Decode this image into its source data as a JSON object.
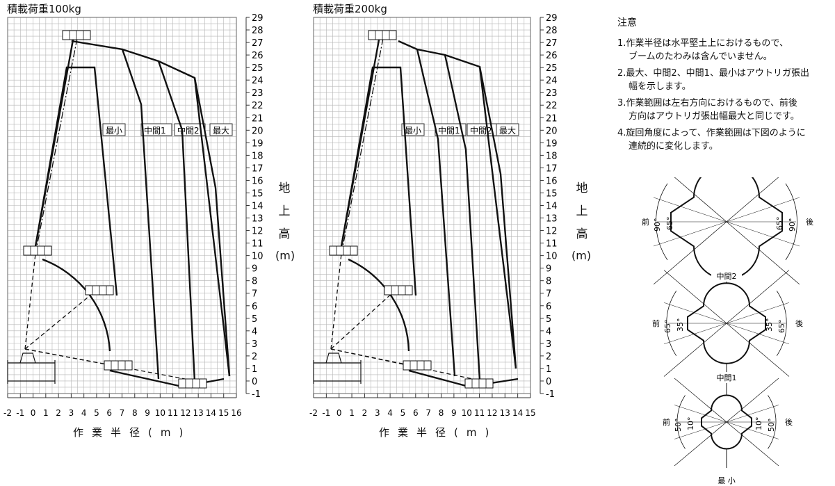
{
  "charts": [
    {
      "title": "積載荷重100kg",
      "xlabel": "作業半径(m)",
      "ylabel_chars": [
        "地",
        "上",
        "高"
      ],
      "ylabel_unit": "(m)",
      "zone_labels": [
        "最小",
        "中間1",
        "中間2",
        "最大"
      ],
      "x_ticks": [
        "-2",
        "-1",
        "0",
        "1",
        "2",
        "3",
        "4",
        "5",
        "6",
        "7",
        "8",
        "9",
        "10",
        "11",
        "12",
        "13",
        "14",
        "15",
        "16"
      ],
      "y_ticks": [
        "-1",
        "0",
        "1",
        "2",
        "3",
        "4",
        "5",
        "6",
        "7",
        "8",
        "9",
        "10",
        "11",
        "12",
        "13",
        "14",
        "15",
        "16",
        "17",
        "18",
        "19",
        "20",
        "21",
        "22",
        "23",
        "24",
        "25",
        "26",
        "27",
        "28",
        "29"
      ]
    },
    {
      "title": "積載荷重200kg",
      "xlabel": "作業半径(m)",
      "ylabel_chars": [
        "地",
        "上",
        "高"
      ],
      "ylabel_unit": "(m)",
      "zone_labels": [
        "最小",
        "中間1",
        "中間2",
        "最大"
      ],
      "x_ticks": [
        "-2",
        "-1",
        "0",
        "1",
        "2",
        "3",
        "4",
        "5",
        "6",
        "7",
        "8",
        "9",
        "10",
        "11",
        "12",
        "13",
        "14",
        "15"
      ],
      "y_ticks": [
        "-1",
        "0",
        "1",
        "2",
        "3",
        "4",
        "5",
        "6",
        "7",
        "8",
        "9",
        "10",
        "11",
        "12",
        "13",
        "14",
        "15",
        "16",
        "17",
        "18",
        "19",
        "20",
        "21",
        "22",
        "23",
        "24",
        "25",
        "26",
        "27",
        "28",
        "29"
      ]
    }
  ],
  "notes": {
    "title": "注意",
    "items": [
      [
        "1.作業半径は水平堅土上におけるもので、",
        "ブームのたわみは含んでいません。"
      ],
      [
        "2.最大、中間2、中間1、最小はアウトリガ張出",
        "幅を示します。"
      ],
      [
        "3.作業範囲は左右方向におけるもので、前後",
        "方向はアウトリガ張出幅最大と同じです。"
      ],
      [
        "4.旋回角度によって、作業範囲は下図のように",
        "連続的に変化します。"
      ]
    ]
  },
  "swing_diagrams": [
    {
      "caption": "中間2",
      "front": "前",
      "back": "後",
      "outer_angle": "90°",
      "inner_angle": "65°"
    },
    {
      "caption": "中間1",
      "front": "前",
      "back": "後",
      "outer_angle": "65°",
      "inner_angle": "35°"
    },
    {
      "caption": "最 小",
      "front": "前",
      "back": "後",
      "outer_angle": "50°",
      "inner_angle": "10°"
    }
  ]
}
